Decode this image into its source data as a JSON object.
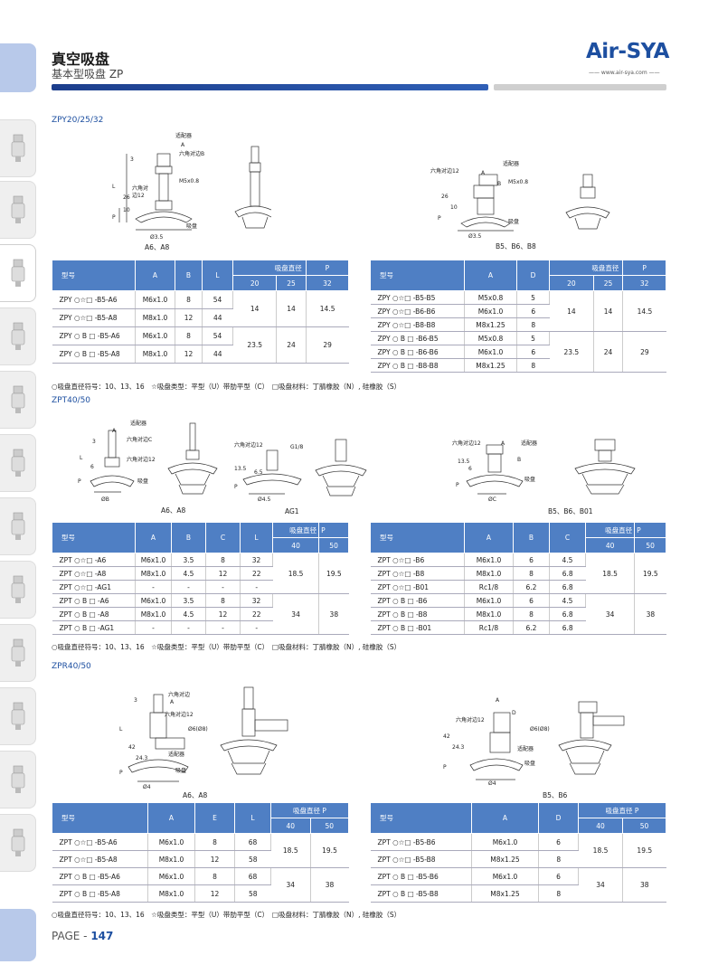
{
  "header": {
    "title": "真空吸盘",
    "subtitle": "基本型吸盘 ZP",
    "logo": "Air-SYA",
    "url": "www.air-sya.com"
  },
  "page": {
    "prefix": "PAGE - ",
    "number": "147"
  },
  "icons": [
    "fitting-icon",
    "filter-icon",
    "ejector-icon",
    "valve-icon",
    "cylinder-icon",
    "solenoid-icon",
    "gripper-icon",
    "regulator-icon",
    "slide-icon",
    "elbow-icon",
    "silencer-icon",
    "clamp-icon"
  ],
  "sections": {
    "zpy": {
      "title": "ZPY20/25/32",
      "cap1": "A6、A8",
      "cap2": "B5、B6、B8",
      "labels1": [
        "适配器",
        "A",
        "六角对边B",
        "3",
        "L",
        "M5x0.8",
        "六角对",
        "边12",
        "26",
        "10",
        "P",
        "吸盘",
        "Ø3.5"
      ],
      "labels2": [
        "六角对边12",
        "适配器",
        "A",
        "B",
        "M5x0.8",
        "26",
        "10",
        "P",
        "吸盘",
        "Ø3.5"
      ],
      "t1": {
        "headers": [
          "型号",
          "A",
          "B",
          "L",
          "吸盘直径",
          "P"
        ],
        "sizes": [
          "20",
          "25",
          "32"
        ],
        "rows": [
          [
            "ZPY ○☆□ -B5-A6",
            "M6x1.0",
            "8",
            "54"
          ],
          [
            "ZPY ○☆□ -B5-A8",
            "M8x1.0",
            "12",
            "44"
          ],
          [
            "ZPY ○ B □ -B5-A6",
            "M6x1.0",
            "8",
            "54"
          ],
          [
            "ZPY ○ B □ -B5-A8",
            "M8x1.0",
            "12",
            "44"
          ]
        ],
        "p": [
          [
            "14",
            "14",
            "14.5"
          ],
          [
            "23.5",
            "24",
            "29"
          ]
        ]
      },
      "t2": {
        "headers": [
          "型号",
          "A",
          "D",
          "吸盘直径",
          "P"
        ],
        "sizes": [
          "20",
          "25",
          "32"
        ],
        "rows": [
          [
            "ZPY ○☆□ -B5-B5",
            "M5x0.8",
            "5"
          ],
          [
            "ZPY ○☆□ -B6-B6",
            "M6x1.0",
            "6"
          ],
          [
            "ZPY ○☆□ -B8-B8",
            "M8x1.25",
            "8"
          ],
          [
            "ZPY ○ B □ -B6-B5",
            "M5x0.8",
            "5"
          ],
          [
            "ZPY ○ B □ -B6-B6",
            "M6x1.0",
            "6"
          ],
          [
            "ZPY ○ B □ -B8-B8",
            "M8x1.25",
            "8"
          ]
        ],
        "p": [
          [
            "14",
            "14",
            "14.5"
          ],
          [
            "23.5",
            "24",
            "29"
          ]
        ]
      },
      "note": "○吸盘直径符号：10、13、16　☆吸盘类型：平型（U）带肋平型（C）　□吸盘材料：丁腈橡胶（N）, 硅橡胶（S）"
    },
    "zpt": {
      "title": "ZPT40/50",
      "cap1": "A6、A8",
      "cap2": "AG1",
      "cap3": "B5、B6、B01",
      "labels1": [
        "适配器",
        "A",
        "六角对边C",
        "3",
        "L",
        "6",
        "六角对边12",
        "P",
        "吸盘",
        "ØB"
      ],
      "labels2": [
        "六角对边12",
        "G1/8",
        "13.5",
        "6.5",
        "P",
        "Ø4.5"
      ],
      "labels3": [
        "六角对边12",
        "A",
        "适配器",
        "13.5",
        "6",
        "B",
        "P",
        "吸盘",
        "ØC"
      ],
      "t1": {
        "headers": [
          "型号",
          "A",
          "B",
          "C",
          "L",
          "吸盘直径",
          "P"
        ],
        "sizes": [
          "40",
          "50"
        ],
        "rows": [
          [
            "ZPT ○☆□ -A6",
            "M6x1.0",
            "3.5",
            "8",
            "32"
          ],
          [
            "ZPT ○☆□ -A8",
            "M8x1.0",
            "4.5",
            "12",
            "22"
          ],
          [
            "ZPT ○☆□ -AG1",
            "-",
            "-",
            "-",
            "-"
          ],
          [
            "ZPT ○ B □ -A6",
            "M6x1.0",
            "3.5",
            "8",
            "32"
          ],
          [
            "ZPT ○ B □ -A8",
            "M8x1.0",
            "4.5",
            "12",
            "22"
          ],
          [
            "ZPT ○ B □ -AG1",
            "-",
            "-",
            "-",
            "-"
          ]
        ],
        "p": [
          [
            "18.5",
            "19.5"
          ],
          [
            "34",
            "38"
          ]
        ]
      },
      "t2": {
        "headers": [
          "型号",
          "A",
          "B",
          "C",
          "吸盘直径",
          "P"
        ],
        "sizes": [
          "40",
          "50"
        ],
        "rows": [
          [
            "ZPT ○☆□ -B6",
            "M6x1.0",
            "6",
            "4.5"
          ],
          [
            "ZPT ○☆□ -B8",
            "M8x1.0",
            "8",
            "6.8"
          ],
          [
            "ZPT ○☆□ -B01",
            "Rc1/8",
            "6.2",
            "6.8"
          ],
          [
            "ZPT ○ B □ -B6",
            "M6x1.0",
            "6",
            "4.5"
          ],
          [
            "ZPT ○ B □ -B8",
            "M8x1.0",
            "8",
            "6.8"
          ],
          [
            "ZPT ○ B □ -B01",
            "Rc1/8",
            "6.2",
            "6.8"
          ]
        ],
        "p": [
          [
            "18.5",
            "19.5"
          ],
          [
            "34",
            "38"
          ]
        ]
      },
      "note": "○吸盘直径符号：10、13、16　☆吸盘类型：平型（U）带肋平型（C）　□吸盘材料：丁腈橡胶（N）, 硅橡胶（S）"
    },
    "zpr": {
      "title": "ZPR40/50",
      "cap1": "A6、A8",
      "cap2": "B5、B6",
      "labels1": [
        "六角对边",
        "A",
        "3",
        "六角对边12",
        "Ø6(Ø8)",
        "L",
        "42",
        "24.3",
        "适配器",
        "P",
        "吸盘",
        "Ø4"
      ],
      "labels2": [
        "A",
        "六角对边12",
        "D",
        "Ø6(Ø8)",
        "42",
        "24.3",
        "适配器",
        "P",
        "吸盘",
        "Ø4"
      ],
      "t1": {
        "headers": [
          "型号",
          "A",
          "E",
          "L",
          "吸盘直径 P"
        ],
        "sizes": [
          "40",
          "50"
        ],
        "rows": [
          [
            "ZPT ○☆□ -B5-A6",
            "M6x1.0",
            "8",
            "68"
          ],
          [
            "ZPT ○☆□ -B5-A8",
            "M8x1.0",
            "12",
            "58"
          ],
          [
            "ZPT ○ B □ -B5-A6",
            "M6x1.0",
            "8",
            "68"
          ],
          [
            "ZPT ○ B □ -B5-A8",
            "M8x1.0",
            "12",
            "58"
          ]
        ],
        "p": [
          [
            "18.5",
            "19.5"
          ],
          [
            "34",
            "38"
          ]
        ]
      },
      "t2": {
        "headers": [
          "型号",
          "A",
          "D",
          "吸盘直径 P"
        ],
        "sizes": [
          "40",
          "50"
        ],
        "rows": [
          [
            "ZPT ○☆□ -B5-B6",
            "M6x1.0",
            "6"
          ],
          [
            "ZPT ○☆□ -B5-B8",
            "M8x1.25",
            "8"
          ],
          [
            "ZPT ○ B □ -B5-B6",
            "M6x1.0",
            "6"
          ],
          [
            "ZPT ○ B □ -B5-B8",
            "M8x1.25",
            "8"
          ]
        ],
        "p": [
          [
            "18.5",
            "19.5"
          ],
          [
            "34",
            "38"
          ]
        ]
      },
      "note": "○吸盘直径符号：10、13、16　☆吸盘类型：平型（U）带肋平型（C）　□吸盘材料：丁腈橡胶（N）, 硅橡胶（S）"
    }
  }
}
